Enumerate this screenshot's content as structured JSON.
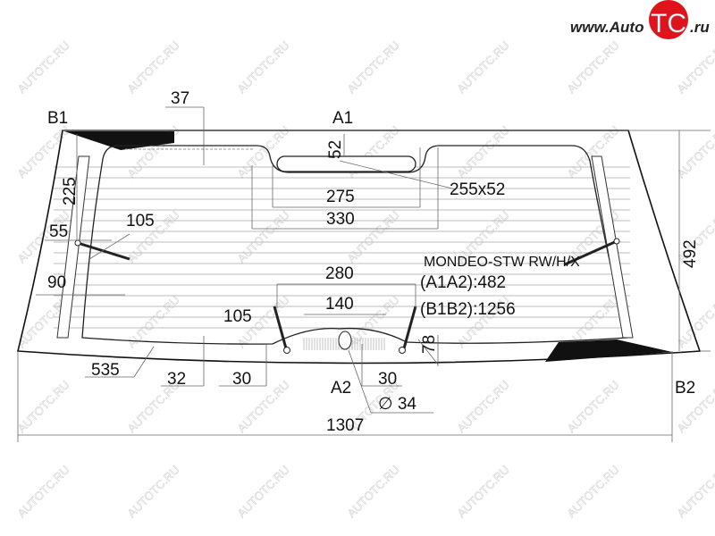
{
  "logo": {
    "prefix": "www.Auto",
    "mark": "TC",
    "suffix": ".ru",
    "brand_color": "#e0121b"
  },
  "watermark": "AUTOTC.RU",
  "points": {
    "b1": "B1",
    "a1": "A1",
    "a2": "A2",
    "b2": "B2"
  },
  "dimensions": {
    "d37": "37",
    "d52": "52",
    "d225": "225",
    "d55": "55",
    "d90": "90",
    "d105_left": "105",
    "d275": "275",
    "d330": "330",
    "d255x52": "255x52",
    "d492": "492",
    "d280": "280",
    "d140": "140",
    "d105_bottom": "105",
    "d78": "78",
    "d535": "535",
    "d32": "32",
    "d30_left": "30",
    "d30_right": "30",
    "d34": "∅ 34",
    "d1307": "1307"
  },
  "info": {
    "model": "MONDEO-STW RW/H/X",
    "a1a2": "(A1A2):482",
    "b1b2": "(B1B2):1256"
  }
}
